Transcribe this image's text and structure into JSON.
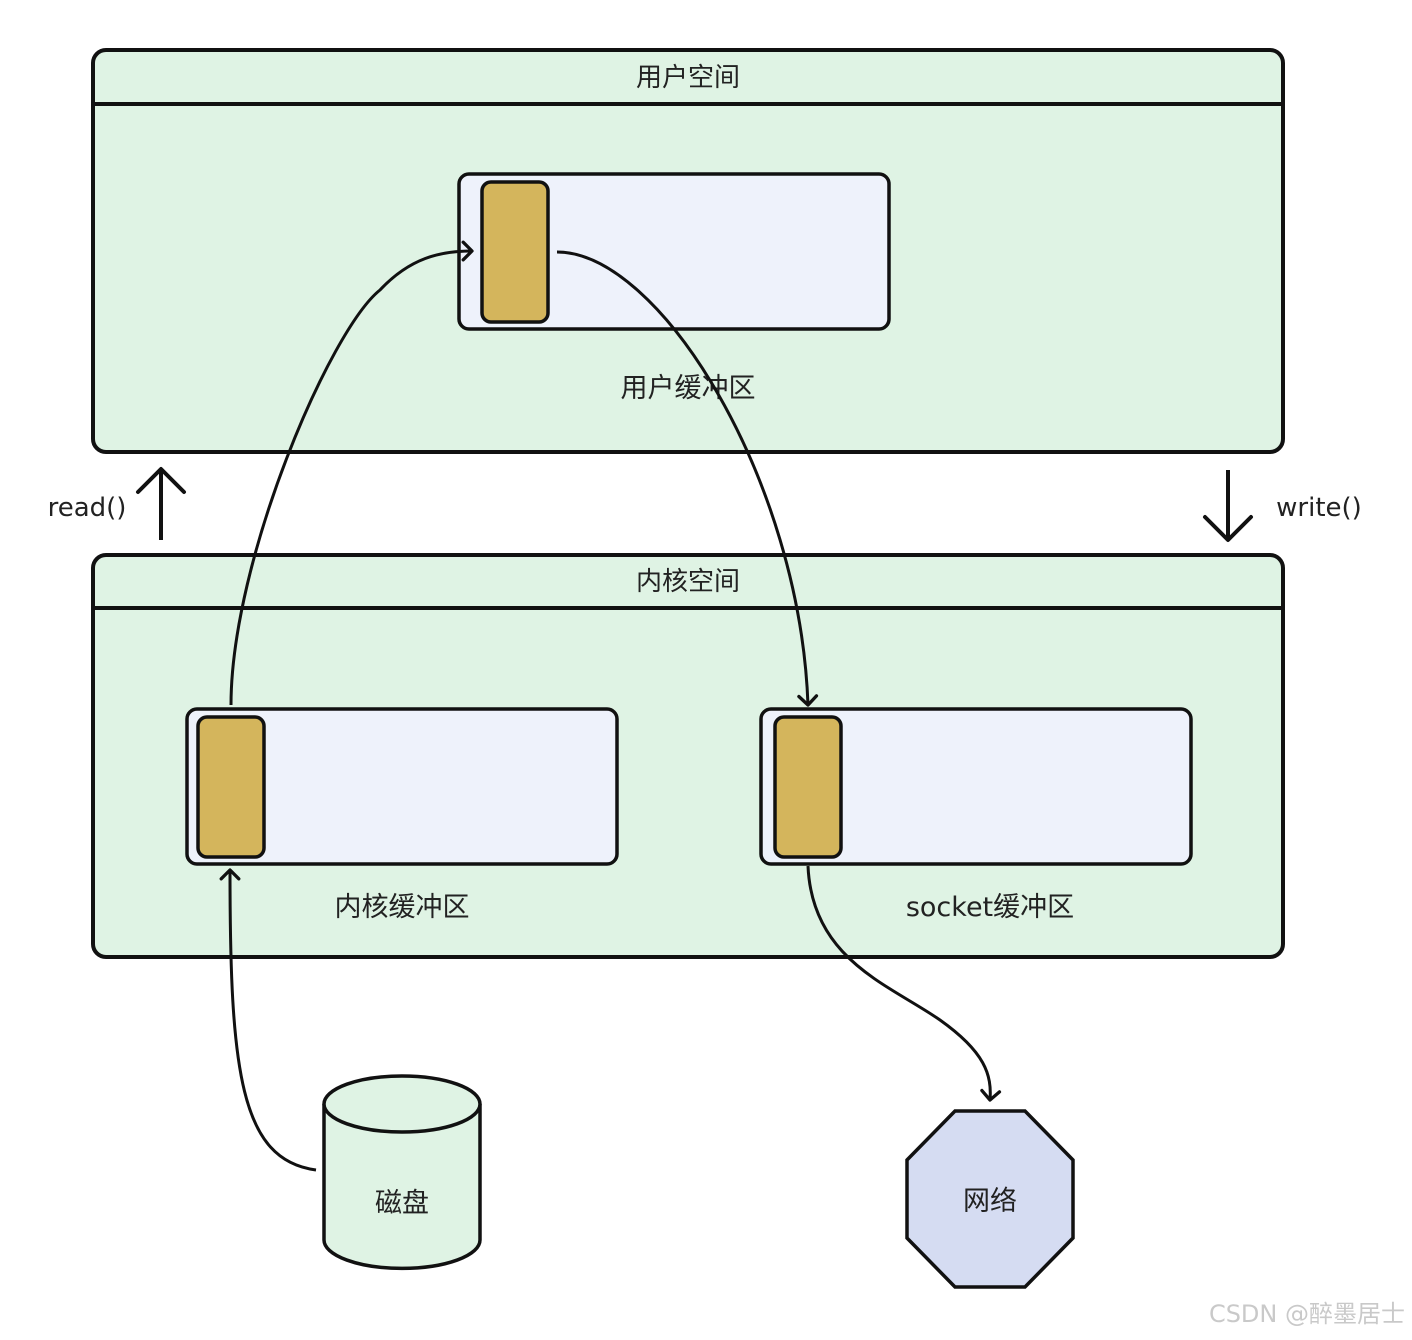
{
  "user_space": {
    "title": "用户空间",
    "buffer_label": "用户缓冲区"
  },
  "kernel_space": {
    "title": "内核空间",
    "kernel_buffer_label": "内核缓冲区",
    "socket_buffer_label": "socket缓冲区"
  },
  "read_label": "read()",
  "write_label": "write()",
  "disk_label": "磁盘",
  "network_label": "网络",
  "watermark": "CSDN @醉墨居士",
  "colors": {
    "space_fill": "#dff3e4",
    "buffer_fill": "#eef2fb",
    "block_fill": "#d4b55c",
    "network_fill": "#d5dcf2",
    "stroke": "#111111"
  }
}
